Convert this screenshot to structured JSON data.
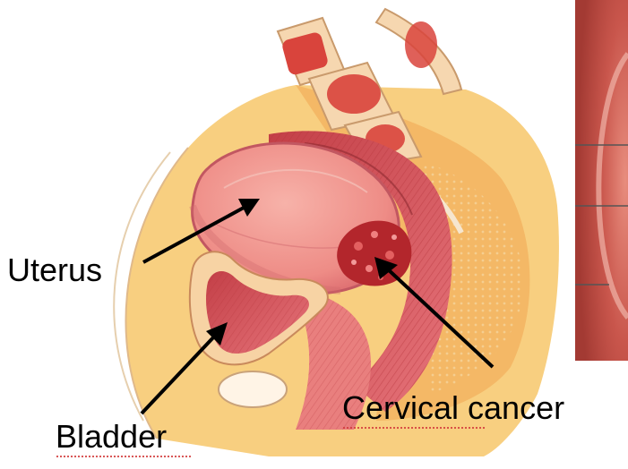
{
  "labels": {
    "uterus": "Uterus",
    "bladder": "Bladder",
    "cervical_cancer": "Cervical cancer"
  },
  "colors": {
    "tissue_yellow": "#f6c26a",
    "uterus_pink": "#ef8f8a",
    "muscle_red": "#c9454a",
    "tumor_red": "#b3262c",
    "bone_red": "#d9443c",
    "photo_red": "#c4504a"
  }
}
